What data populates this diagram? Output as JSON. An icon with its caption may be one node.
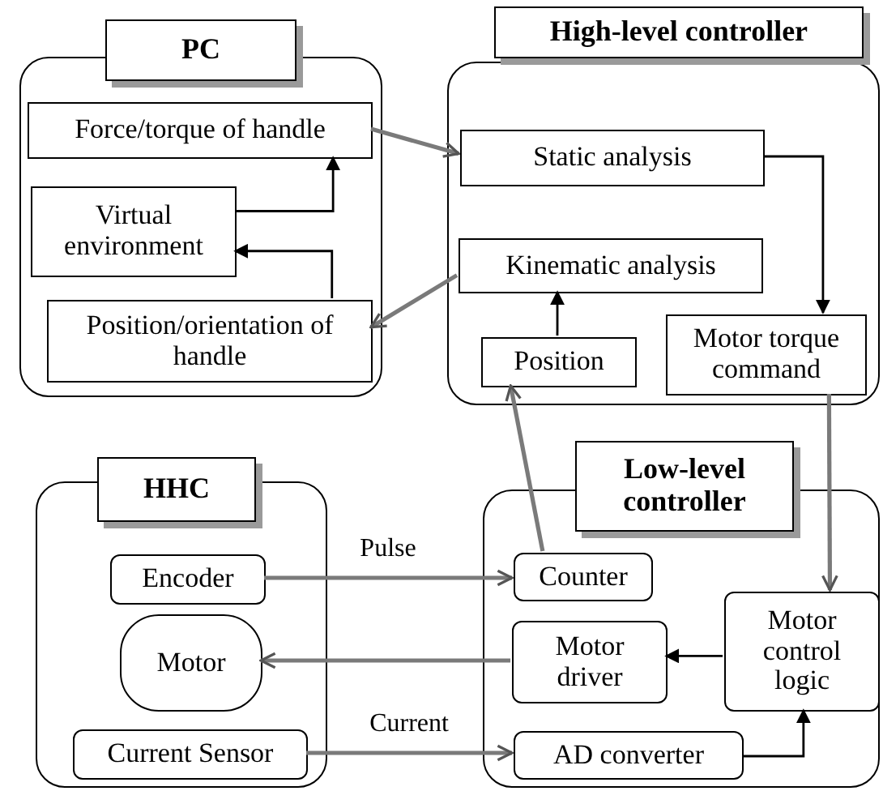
{
  "diagram": {
    "nodes": [
      {
        "text": [],
        "shape": "box"
      },
      {
        "text": [
          "PC"
        ]
      },
      {
        "text": [
          "Force/torque of handle"
        ],
        "in": 0
      },
      {
        "text": [
          "Virtual environment"
        ],
        "in": 0
      },
      {
        "text": [
          "Position/orientation of handle"
        ],
        "in": 0
      },
      {
        "text": [],
        "shape": "box"
      },
      {
        "text": [
          "High-level controller"
        ]
      },
      {
        "text": [
          "Static analysis"
        ],
        "in": 5
      },
      {
        "text": [
          "Kinematic analysis"
        ],
        "in": 5
      },
      {
        "text": [
          "Position"
        ],
        "in": 5
      },
      {
        "text": [
          "Motor torque command"
        ],
        "in": 5
      },
      {
        "text": [],
        "shape": "box"
      },
      {
        "text": [
          "HHC"
        ]
      },
      {
        "text": [
          "Encoder"
        ],
        "in": 11
      },
      {
        "text": [
          "Motor"
        ],
        "in": 11
      },
      {
        "text": [
          "Current Sensor"
        ],
        "in": 11
      },
      {
        "text": [],
        "shape": "box"
      },
      {
        "text": [
          "Low-level controller"
        ]
      },
      {
        "text": [
          "Counter"
        ],
        "in": 16
      },
      {
        "text": [
          "Motor driver"
        ],
        "in": 16
      },
      {
        "text": [
          "Motor control logic"
        ],
        "in": 16
      },
      {
        "text": [
          "AD converter"
        ],
        "in": 16
      }
    ],
    "edges": [
      {
        "from": 3,
        "to": 2,
        "arrow": "to",
        "color": "#000000"
      },
      {
        "from": 4,
        "to": 3,
        "arrow": "to",
        "color": "#000000"
      },
      {
        "from": 2,
        "to": 7,
        "arrow": "to"
      },
      {
        "from": 8,
        "to": 4,
        "arrow": "to"
      },
      {
        "from": 7,
        "to": 10,
        "arrow": "to",
        "color": "#000000"
      },
      {
        "from": 9,
        "to": 8,
        "arrow": "to",
        "color": "#000000"
      },
      {
        "from": 18,
        "to": 9,
        "arrow": "to"
      },
      {
        "from": 10,
        "to": 20,
        "arrow": "to"
      },
      {
        "from": 13,
        "to": 18,
        "arrow": "to",
        "label": "Pulse"
      },
      {
        "from": 19,
        "to": 14,
        "arrow": "to"
      },
      {
        "from": 15,
        "to": 21,
        "arrow": "to",
        "label": "Current"
      },
      {
        "from": 20,
        "to": 19,
        "arrow": "to",
        "color": "#000000"
      },
      {
        "from": 21,
        "to": 20,
        "arrow": "to",
        "color": "#000000"
      }
    ]
  }
}
